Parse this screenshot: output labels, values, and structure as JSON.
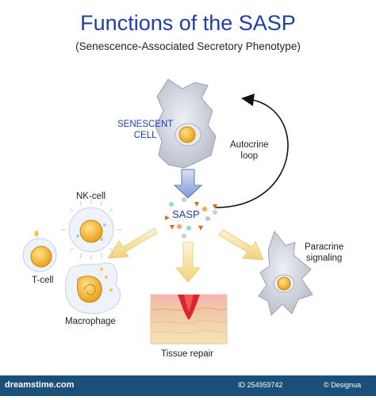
{
  "title": "Functions of the SASP",
  "subtitle": "(Senescence-Associated Secretory Phenotype)",
  "labels": {
    "senescent_line1": "SENESCENT",
    "senescent_line2": "CELL",
    "autocrine_line1": "Autocrine",
    "autocrine_line2": "loop",
    "sasp": "SASP",
    "nk_cell": "NK-cell",
    "paracrine_line1": "Paracrine",
    "paracrine_line2": "signaling",
    "t_cell": "T-cell",
    "macrophage": "Macrophage",
    "tissue_repair": "Tissue repair"
  },
  "footer": {
    "logo": "dreamstime.com",
    "id": "ID 254959742",
    "credit": "© Designua"
  },
  "colors": {
    "title": "#1f3fa8",
    "arrow_blue": "#8fa8d8",
    "arrow_yellow": "#f2dc8a",
    "cell_grey": "#c7ccd6",
    "nucleus": "#f4b321",
    "footer_bg": "#1a4f7a"
  }
}
